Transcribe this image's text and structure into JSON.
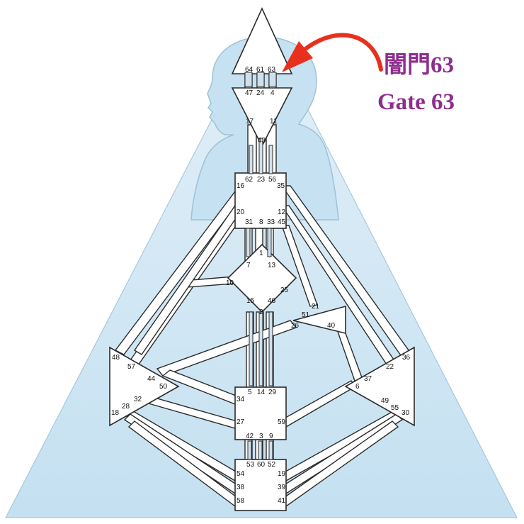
{
  "callout": {
    "line1": "闇門63",
    "line2": "Gate 63",
    "color": "#8e2d8e",
    "arrow_color": "#e8301d"
  },
  "colors": {
    "background_triangle": "#cfe6f4",
    "body_silhouette": "#c3dfef",
    "silhouette_outline": "#9fc1d6",
    "chart_stroke": "#2b2b2b",
    "chart_fill": "#ffffff",
    "gate_slot": "#cfe0ee"
  },
  "gates": {
    "g64": "64",
    "g61": "61",
    "g63": "63",
    "g47": "47",
    "g24": "24",
    "g4": "4",
    "g17": "17",
    "g11": "11",
    "g43": "43",
    "g62": "62",
    "g23": "23",
    "g56": "56",
    "g16": "16",
    "g35": "35",
    "g20": "20",
    "g12": "12",
    "g31": "31",
    "g8": "8",
    "g33": "33",
    "g45": "45",
    "g1": "1",
    "g7": "7",
    "g13": "13",
    "g10": "10",
    "g25": "25",
    "g15": "15",
    "g46": "46",
    "g2": "2",
    "g21": "21",
    "g51": "51",
    "g26": "26",
    "g40": "40",
    "g48": "48",
    "g57": "57",
    "g44": "44",
    "g50": "50",
    "g32": "32",
    "g28": "28",
    "g18": "18",
    "g36": "36",
    "g22": "22",
    "g37": "37",
    "g6": "6",
    "g49": "49",
    "g55": "55",
    "g30": "30",
    "g5": "5",
    "g14": "14",
    "g29": "29",
    "g34": "34",
    "g27": "27",
    "g59": "59",
    "g42": "42",
    "g3": "3",
    "g9": "9",
    "g53": "53",
    "g60": "60",
    "g52": "52",
    "g54": "54",
    "g19": "19",
    "g38": "38",
    "g39": "39",
    "g58": "58",
    "g41": "41"
  }
}
